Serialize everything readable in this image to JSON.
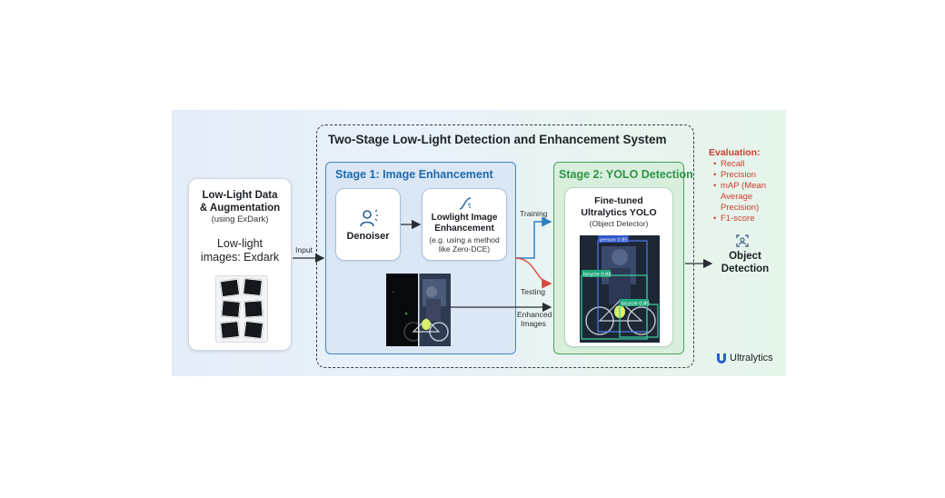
{
  "system_title": "Two-Stage Low-Light Detection and Enhancement System",
  "data_card": {
    "title_line1": "Low-Light Data",
    "title_line2": "& Augmentation",
    "subtitle": "(using ExDark)",
    "big_line1": "Low-light",
    "big_line2": "images: Exdark"
  },
  "arrows": {
    "input": "Input",
    "training": "Training",
    "testing": "Testing",
    "enhanced_line1": "Enhanced",
    "enhanced_line2": "Images"
  },
  "stage1": {
    "title": "Stage 1: Image Enhancement",
    "denoiser": "Denoiser",
    "enhancement_title_line1": "Lowlight Image",
    "enhancement_title_line2": "Enhancement",
    "enhancement_sub_line1": "(e.g. using a method",
    "enhancement_sub_line2": "like Zero-DCE)"
  },
  "stage2": {
    "title": "Stage 2: YOLO Detection",
    "model_line1": "Fine-tuned",
    "model_line2": "Ultralytics YOLO",
    "model_sub": "(Object Detector)",
    "det_person": "person 0.85",
    "det_bicycle1": "bicycle 0.88",
    "det_bicycle2": "bicycle 0.80"
  },
  "evaluation": {
    "title": "Evaluation:",
    "metrics": [
      "Recall",
      "Precision",
      "mAP (Mean",
      "F1-score"
    ],
    "map_cont1": "Average",
    "map_cont2": "Precision)"
  },
  "output": {
    "line1": "Object",
    "line2": "Detection"
  },
  "logo_text": "Ultralytics",
  "colors": {
    "stage1_accent": "#1f6aaf",
    "stage2_accent": "#2f9448",
    "evaluation": "#d23a2e",
    "testing_arrow": "#d9463c"
  }
}
